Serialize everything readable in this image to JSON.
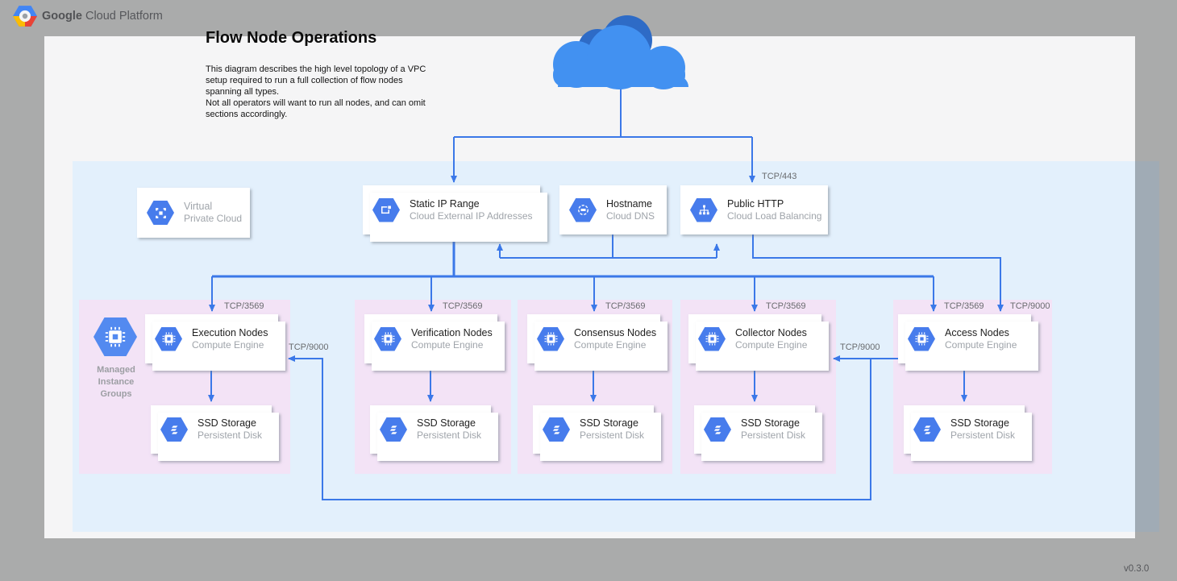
{
  "header": {
    "brand_bold": "Google",
    "brand_rest": " Cloud Platform"
  },
  "doc": {
    "title": "Flow Node Operations",
    "description": "This diagram describes the high level topology of a VPC setup required to run a full collection of flow nodes spanning all types.\nNot all operators will want to run all nodes, and can omit sections accordingly.",
    "version": "v0.3.0"
  },
  "colors": {
    "accent_blue": "#3b78e8",
    "icon_blue": "#477cec",
    "cloud_blue": "#4291f1",
    "cloud_blue_dark": "#2e6bc6",
    "vpc_zone_fill": "#e3f0fc",
    "group_fill": "#f3e3f6",
    "background_gray": "#aaabab"
  },
  "ports": {
    "https": "TCP/443",
    "flow": "TCP/3569",
    "grpc": "TCP/9000"
  },
  "services": {
    "vpc": {
      "line1": "Virtual",
      "line2": "Private Cloud"
    },
    "static_ip": {
      "title": "Static IP Range",
      "subtitle": "Cloud External IP Addresses"
    },
    "hostname": {
      "title": "Hostname",
      "subtitle": "Cloud DNS"
    },
    "public_http": {
      "title": "Public HTTP",
      "subtitle": "Cloud Load Balancing"
    }
  },
  "mig_label": "Managed\nInstance\nGroups",
  "groups": [
    {
      "title": "Execution Nodes",
      "subtitle": "Compute Engine",
      "inbound_port": "TCP/3569",
      "storage": {
        "title": "SSD Storage",
        "subtitle": "Persistent Disk"
      }
    },
    {
      "title": "Verification Nodes",
      "subtitle": "Compute Engine",
      "inbound_port": "TCP/3569",
      "storage": {
        "title": "SSD Storage",
        "subtitle": "Persistent Disk"
      }
    },
    {
      "title": "Consensus Nodes",
      "subtitle": "Compute Engine",
      "inbound_port": "TCP/3569",
      "storage": {
        "title": "SSD Storage",
        "subtitle": "Persistent Disk"
      }
    },
    {
      "title": "Collector Nodes",
      "subtitle": "Compute Engine",
      "inbound_port": "TCP/3569",
      "storage": {
        "title": "SSD Storage",
        "subtitle": "Persistent Disk"
      }
    },
    {
      "title": "Access Nodes",
      "subtitle": "Compute Engine",
      "inbound_port": "TCP/3569",
      "storage": {
        "title": "SSD Storage",
        "subtitle": "Persistent Disk"
      }
    }
  ]
}
